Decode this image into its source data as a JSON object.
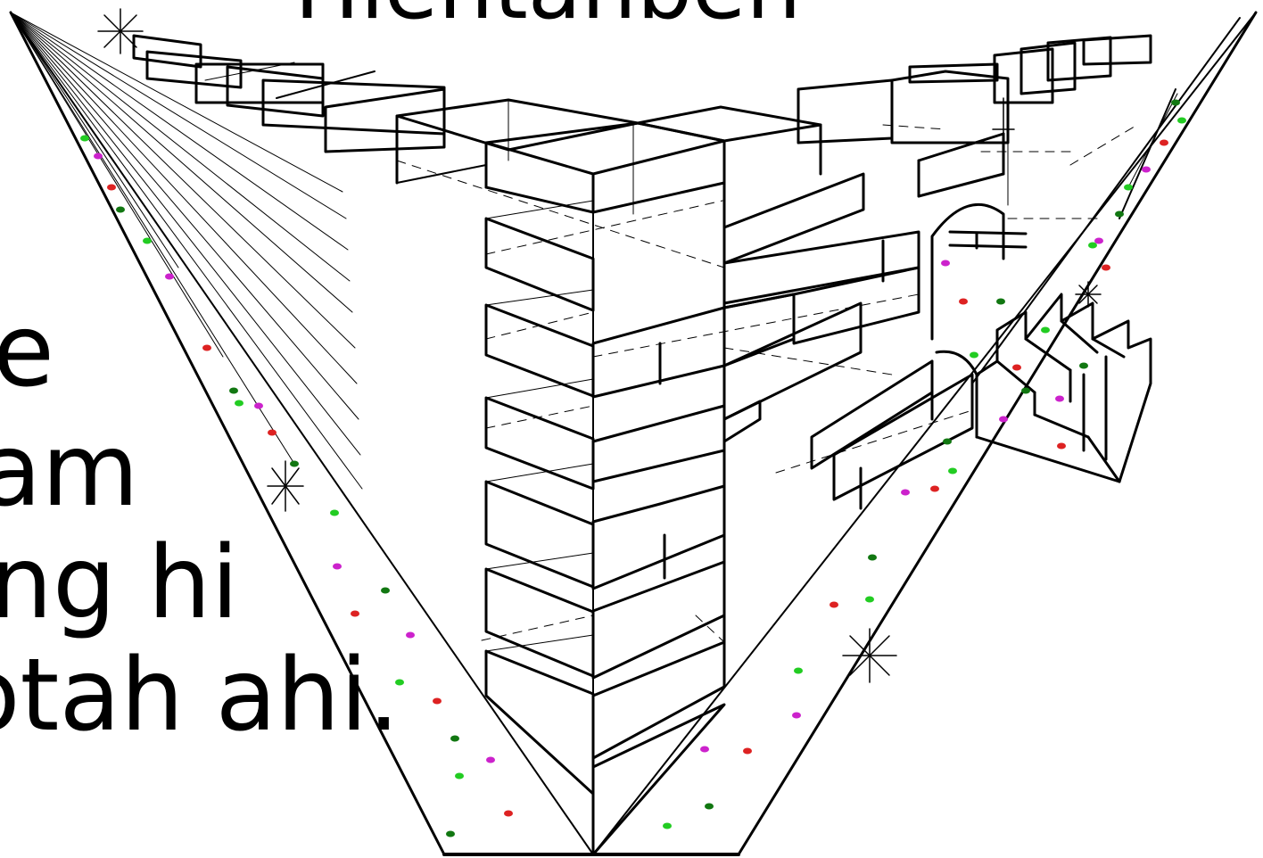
{
  "title": "Hlentanben",
  "side_text": {
    "line_1": "e",
    "line_2": "am",
    "line_3": "ng hi",
    "line_4": "otah ahi."
  },
  "colors": {
    "ink": "#000000",
    "background": "#ffffff",
    "dot_green": "#22cc22",
    "dot_magenta": "#cc22cc",
    "dot_red": "#dd2222",
    "dot_dark_green": "#117711"
  }
}
